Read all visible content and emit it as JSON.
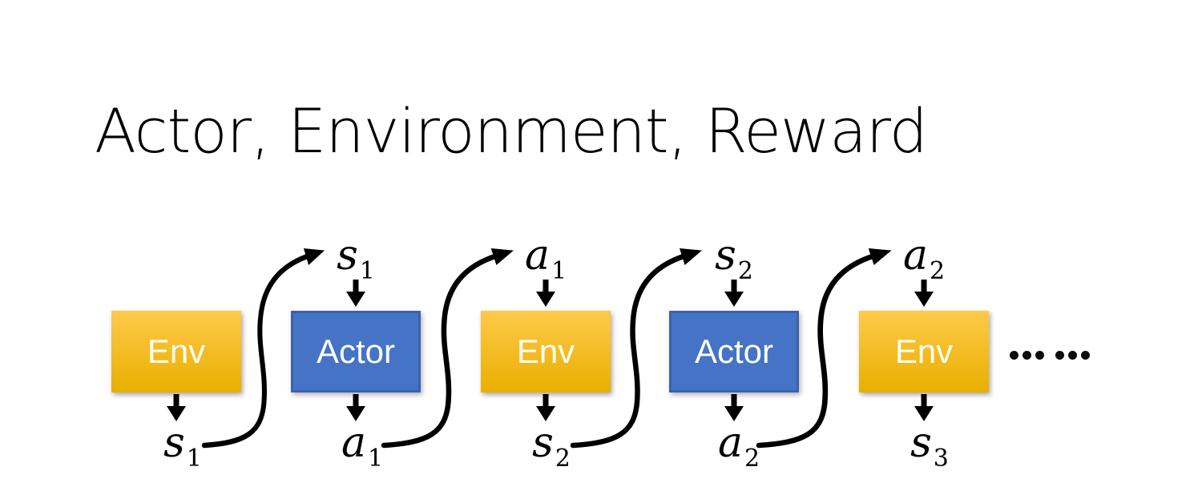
{
  "title": "Actor, Environment, Reward",
  "colors": {
    "background": "#ffffff",
    "title_color": "#000000",
    "env_top": "#FFC94A",
    "env_bottom": "#E8AF00",
    "actor_fill": "#4573C5",
    "actor_border": "#3A62AE",
    "arrow": "#000000"
  },
  "diagram": {
    "boxes": [
      {
        "label": "Env",
        "type": "environment"
      },
      {
        "label": "Actor",
        "type": "actor"
      },
      {
        "label": "Env",
        "type": "environment"
      },
      {
        "label": "Actor",
        "type": "actor"
      },
      {
        "label": "Env",
        "type": "environment"
      }
    ],
    "top_labels": [
      {
        "base": "s",
        "sub": "1"
      },
      {
        "base": "a",
        "sub": "1"
      },
      {
        "base": "s",
        "sub": "2"
      },
      {
        "base": "a",
        "sub": "2"
      }
    ],
    "bottom_labels": [
      {
        "base": "s",
        "sub": "1"
      },
      {
        "base": "a",
        "sub": "1"
      },
      {
        "base": "s",
        "sub": "2"
      },
      {
        "base": "a",
        "sub": "2"
      },
      {
        "base": "s",
        "sub": "3"
      }
    ],
    "ellipsis": "……"
  }
}
